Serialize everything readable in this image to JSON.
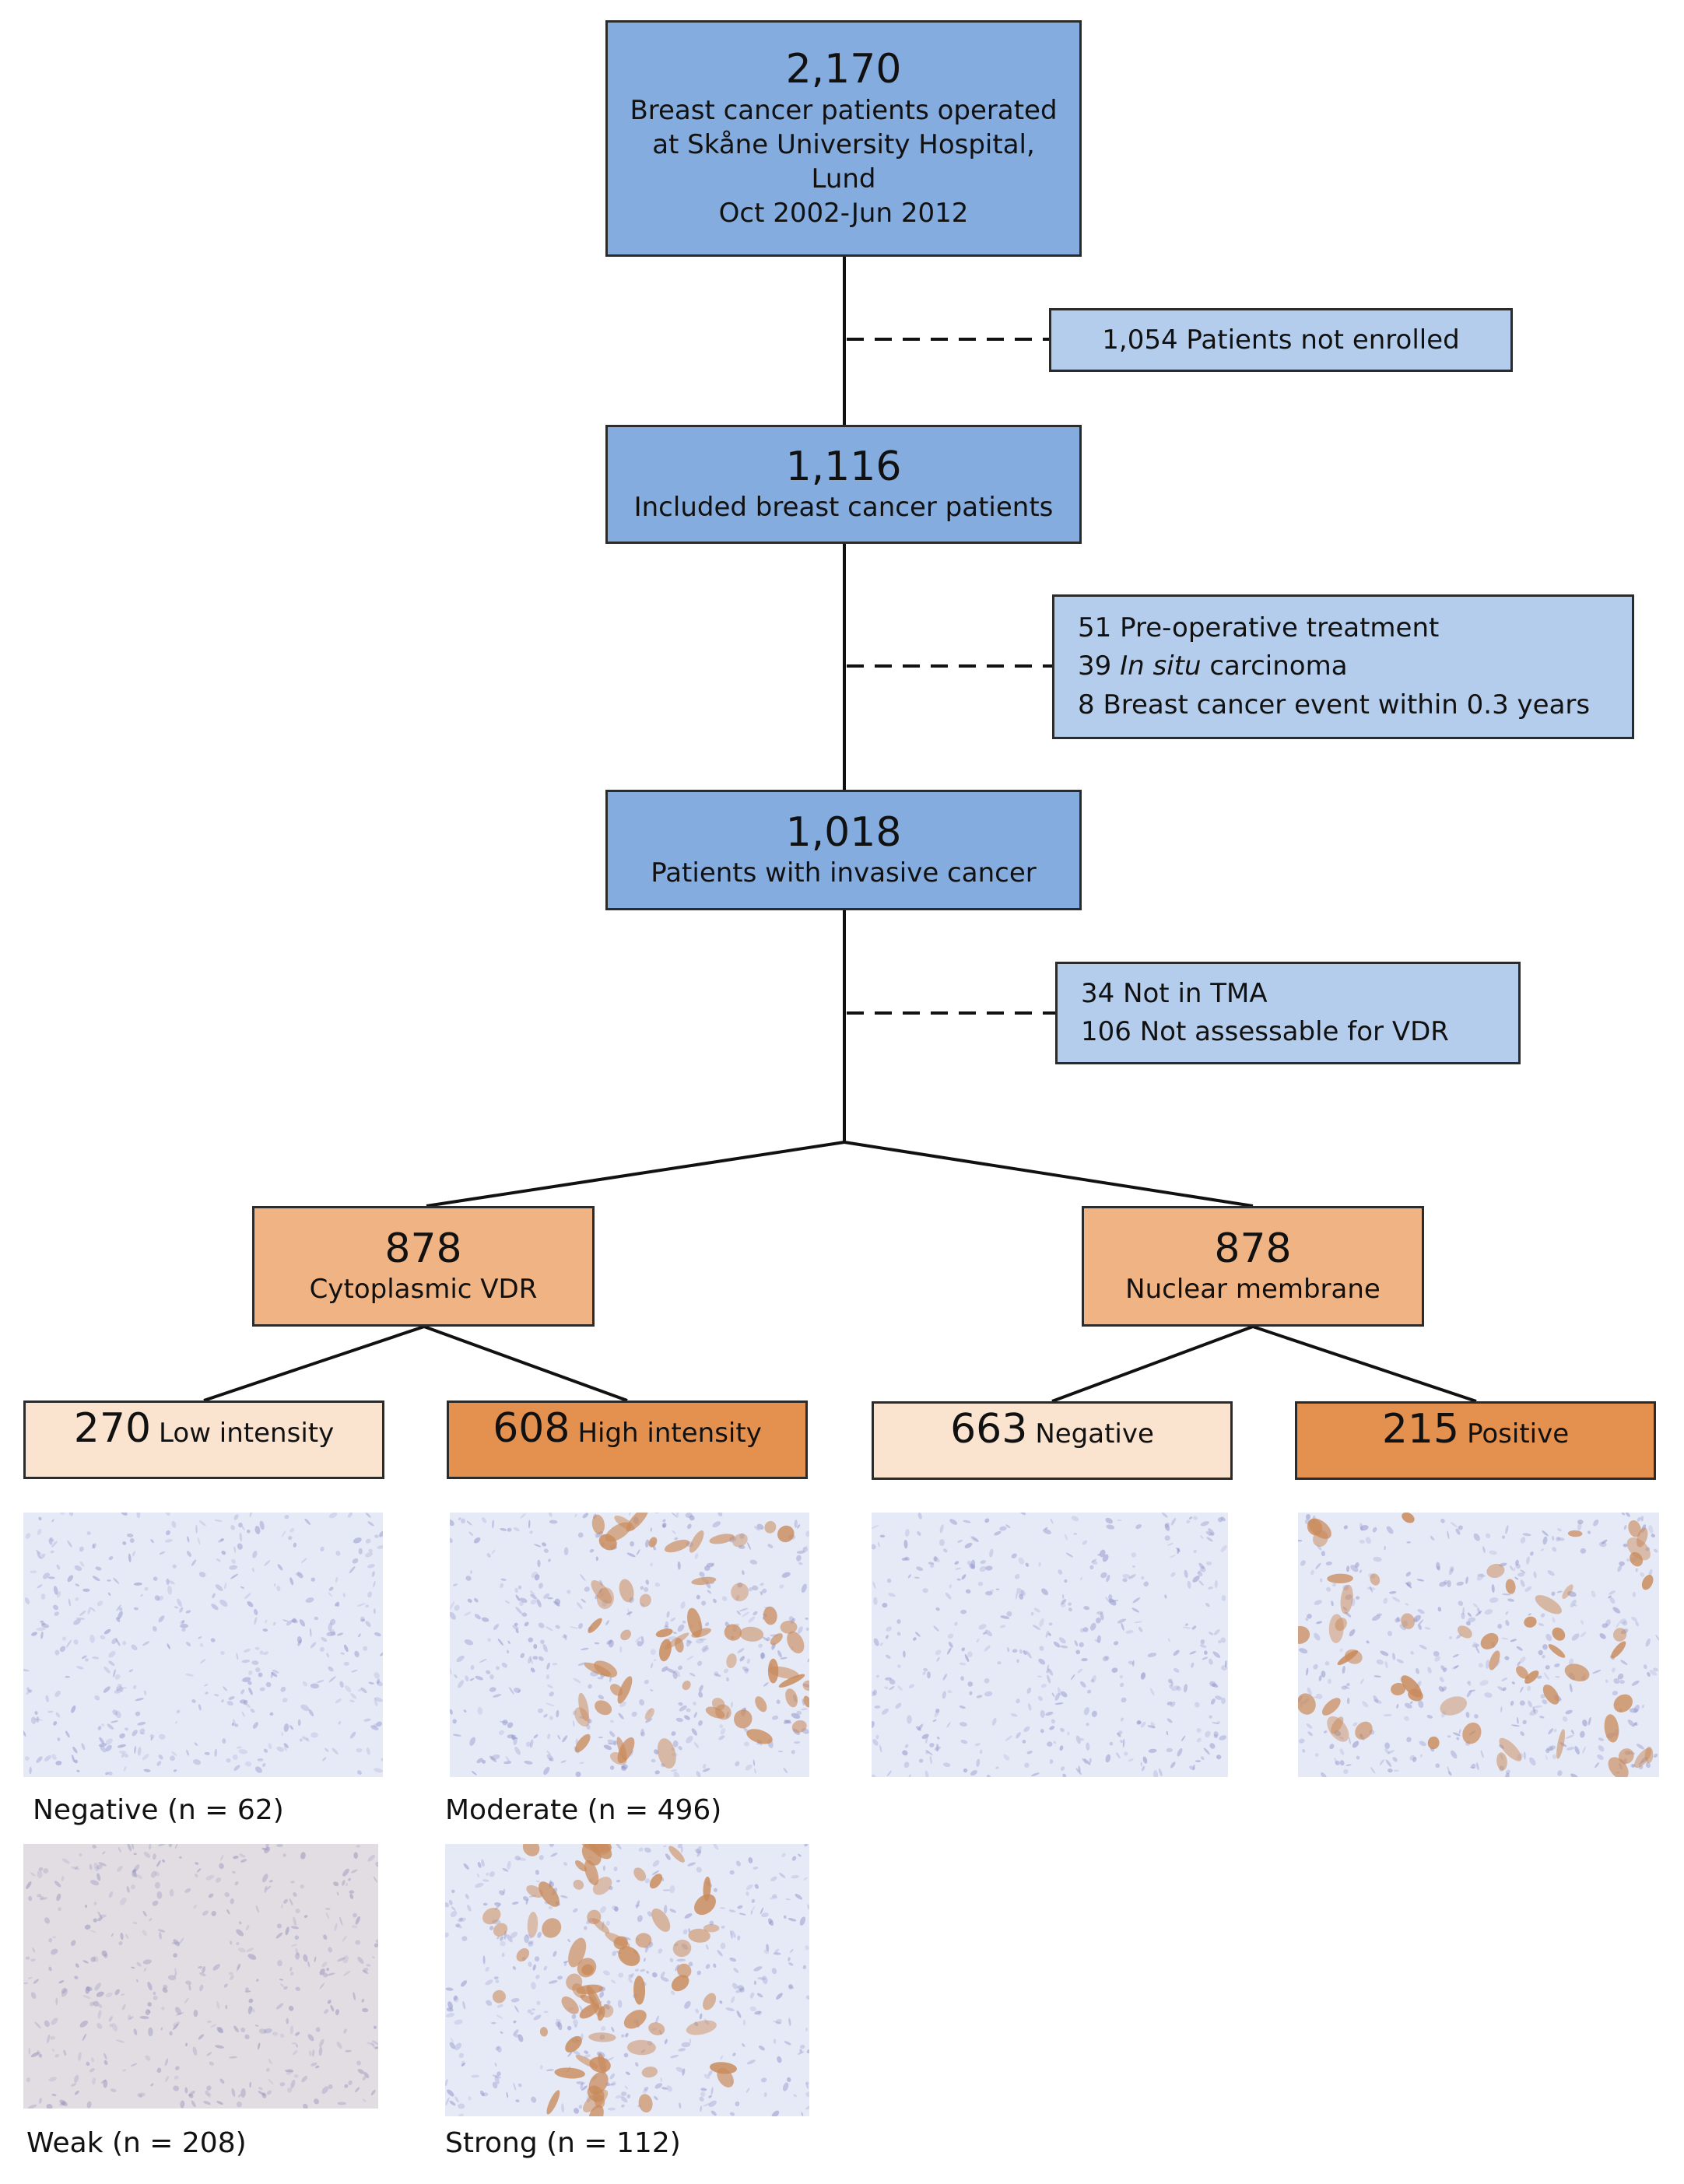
{
  "flow": {
    "top": {
      "count": "2,170",
      "lines": [
        "Breast cancer patients operated",
        "at Skåne University Hospital,",
        "Lund",
        "Oct 2002-Jun 2012"
      ]
    },
    "excluded_1": {
      "lines": [
        "1,054 Patients not enrolled"
      ]
    },
    "included": {
      "count": "1,116",
      "label": "Included breast cancer patients"
    },
    "excluded_2": {
      "line1": "51 Pre-operative treatment",
      "line2_number": "39",
      "line2_italic": "In situ",
      "line2_rest": "carcinoma",
      "line3": "8 Breast cancer event  within 0.3 years"
    },
    "invasive": {
      "count": "1,018",
      "label": "Patients with invasive cancer"
    },
    "excluded_3": {
      "lines": [
        "34 Not in TMA",
        "106 Not  assessable for VDR"
      ]
    },
    "cytoplasmic": {
      "count": "878",
      "label": "Cytoplasmic VDR"
    },
    "nuclear": {
      "count": "878",
      "label": "Nuclear membrane"
    },
    "low": {
      "count": "270",
      "label": "Low intensity"
    },
    "high": {
      "count": "608",
      "label": "High intensity"
    },
    "negative": {
      "count": "663",
      "label": "Negative"
    },
    "positive": {
      "count": "215",
      "label": "Positive"
    }
  },
  "images": [
    {
      "caption": "Negative (n = 62)",
      "stain": "none"
    },
    {
      "caption": "Moderate (n = 496)",
      "stain": "moderate"
    },
    {
      "caption": "",
      "stain": "none"
    },
    {
      "caption": "",
      "stain": "strong"
    },
    {
      "caption": "Weak (n = 208)",
      "stain": "weak"
    },
    {
      "caption": "Strong (n = 112)",
      "stain": "strong-lines"
    }
  ],
  "colors": {
    "blue_box": "#84acdf",
    "light_blue_box": "#b4cdec",
    "orange_mid": "#efb384",
    "orange_pale": "#fae3cf",
    "orange_dark": "#e4914f",
    "tissue_background": "#e6e9f6",
    "hematoxylin": "#8e92c8",
    "dab_stain": "#c98a5a"
  }
}
